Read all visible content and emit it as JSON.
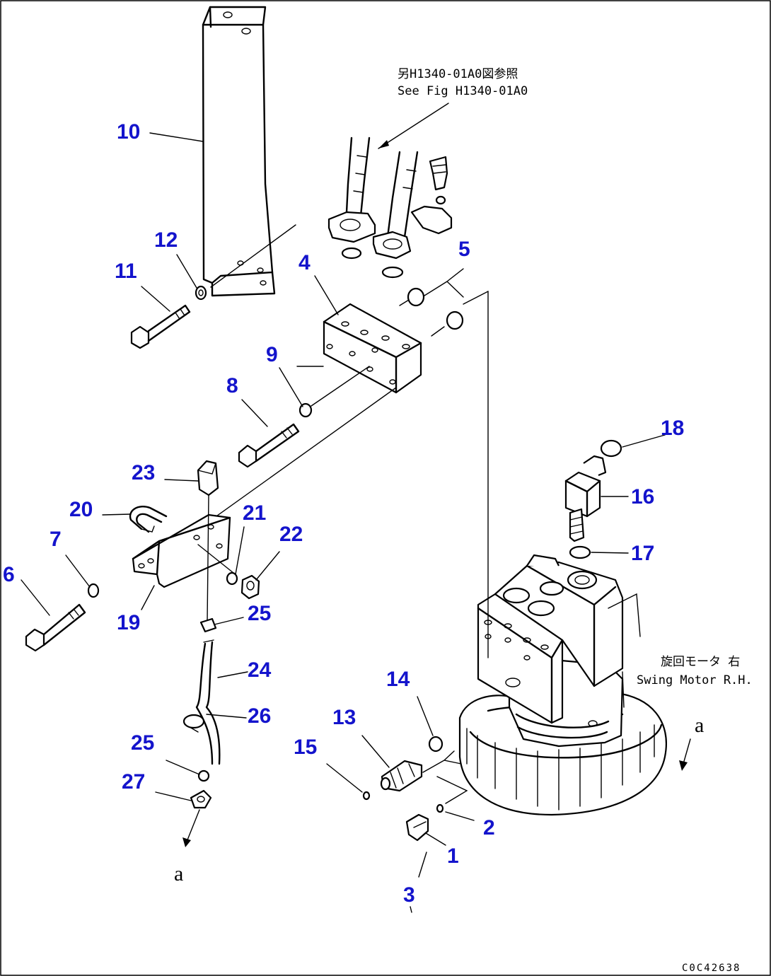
{
  "callouts": {
    "c1": "1",
    "c2": "2",
    "c3": "3",
    "c4": "4",
    "c5": "5",
    "c6": "6",
    "c7": "7",
    "c8": "8",
    "c9": "9",
    "c10": "10",
    "c11": "11",
    "c12": "12",
    "c13": "13",
    "c14": "14",
    "c15": "15",
    "c16": "16",
    "c17": "17",
    "c18": "18",
    "c19": "19",
    "c20": "20",
    "c21": "21",
    "c22": "22",
    "c23": "23",
    "c24": "24",
    "c25a": "25",
    "c25b": "25",
    "c26": "26",
    "c27": "27"
  },
  "notes": {
    "ref_jp": "另H1340-01A0図参照",
    "ref_en": "See Fig H1340-01A0",
    "motor_jp": "旋回モータ 右",
    "motor_en": "Swing Motor R.H."
  },
  "connectors": {
    "a_right": "a",
    "a_left": "a"
  },
  "figure_code": "C0C42638",
  "colors": {
    "callout": "#1414cc",
    "line": "#000000"
  }
}
